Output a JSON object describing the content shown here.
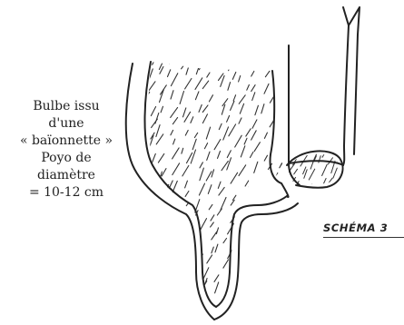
{
  "caption": {
    "lines": [
      "Bulbe issu",
      "d'une",
      "« baïonnette »",
      "Poyo de",
      "diamètre",
      "= 10-12 cm"
    ]
  },
  "schema_label": "SCHÉMA 3",
  "colors": {
    "ink": "#222222",
    "paper": "#ffffff"
  }
}
